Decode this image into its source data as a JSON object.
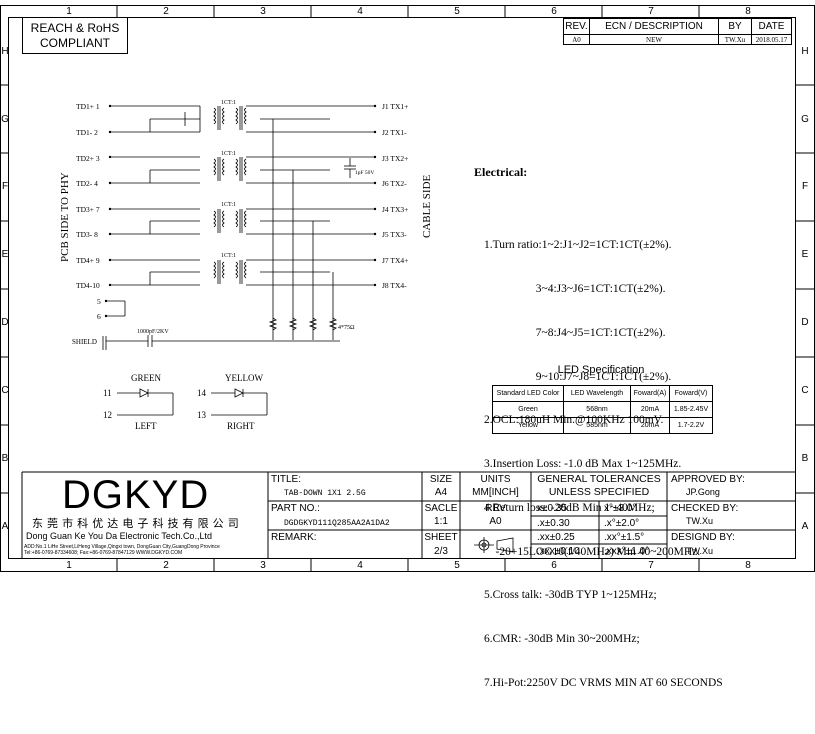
{
  "zones": {
    "columns": [
      "1",
      "2",
      "3",
      "4",
      "5",
      "6",
      "7",
      "8"
    ],
    "rows": [
      "H",
      "G",
      "F",
      "E",
      "D",
      "C",
      "B",
      "A"
    ]
  },
  "compliance": {
    "line1": "REACH & RoHS",
    "line2": "COMPLIANT"
  },
  "revision": {
    "headers": [
      "REV.",
      "ECN / DESCRIPTION",
      "BY",
      "DATE"
    ],
    "row": [
      "A0",
      "NEW",
      "TW.Xu",
      "2018.05.17"
    ]
  },
  "schematic": {
    "left_pins": [
      "TD1+ 1",
      "TD1- 2",
      "TD2+ 3",
      "TD2- 4",
      "TD3+ 7",
      "TD3- 8",
      "TD4+ 9",
      "TD4-10",
      "5",
      "6"
    ],
    "right_pins": [
      "J1  TX1+",
      "J2  TX1-",
      "J3  TX2+",
      "J6  TX2-",
      "J4  TX3+",
      "J5  TX3-",
      "J7  TX4+",
      "J8  TX4-"
    ],
    "transformer_labels": [
      "1CT:1",
      "1CT:1",
      "1CT:1",
      "1CT:1"
    ],
    "cap_label": "1pF 50V",
    "resistor_label": "4*75Ω",
    "shield_cap_label": "1000pF/2KV",
    "shield_label": "SHIELD",
    "pcb_side": "PCB SIDE TO PHY",
    "cable_side": "CABLE SIDE"
  },
  "led_diagram": {
    "green_label": "GREEN",
    "yellow_label": "YELLOW",
    "green_pins": [
      "11",
      "12"
    ],
    "yellow_pins": [
      "14",
      "13"
    ],
    "left": "LEFT",
    "right": "RIGHT"
  },
  "electrical": {
    "title": "Electrical:",
    "lines": [
      "1.Turn ratio:1~2:J1~J2=1CT:1CT(±2%).",
      "                  3~4:J3~J6=1CT:1CT(±2%).",
      "                  7~8:J4~J5=1CT:1CT(±2%).",
      "                  9~10:J7~J8=1CT:1CT(±2%).",
      "2.OCL:180uH Min.@100KHz 100mV.",
      "3.Insertion Loss: -1.0 dB Max 1~125MHz.",
      "4.Return loss: -20dB Min 1~40MHz;",
      "    -20+15LOG10(f/40MHz) Min 40~200MHz.",
      "5.Cross talk: -30dB TYP 1~125MHz;",
      "6.CMR: -30dB Min 30~200MHz;",
      "7.Hi-Pot:2250V DC VRMS MIN AT 60 SECONDS"
    ]
  },
  "led_spec": {
    "title": "LED Specification",
    "headers": [
      "Standard LED Color",
      "LED Wavelength",
      "Foward(A)",
      "Foward(V)"
    ],
    "rows": [
      [
        "Green",
        "568nm",
        "20mA",
        "1.85-2.45V"
      ],
      [
        "Yellow",
        "585nm",
        "20mA",
        "1.7-2.2V"
      ]
    ]
  },
  "title_block": {
    "logo": "DGKYD",
    "company_cn": "东 莞 市 科 优 达 电 子 科 技 有 限 公 司",
    "company_en": "Dong Guan Ke You Da Electronic Tech.Co.,Ltd",
    "address": "ADD:No.1 LiHe Street,LiHeng Village,Qingxi town, DongGuan City,GuangDong Province",
    "contact": "Tel:+86-0769-87334608; Fax:+86-0769-87847129  WWW.DGKYD.COM",
    "title_label": "TITLE:",
    "title_value": "TAB-DOWN 1X1 2.5G",
    "part_label": "PART NO.:",
    "part_value": "DGDGKYD111Q285AA2A1DA2",
    "remark_label": "REMARK:",
    "size_label": "SIZE",
    "size_value": "A4",
    "scale_label": "SACLE",
    "scale_value": "1:1",
    "sheet_label": "SHEET",
    "sheet_value": "2/3",
    "units_label": "UNITS",
    "units_value": "MM[INCH]",
    "rev_label": "REV",
    "rev_value": "A0",
    "tol_line1": "GENERAL TOLERANCES",
    "tol_line2": "UNLESS SPECIFIED",
    "tolerances": [
      [
        "x±0.35",
        "x°±3.0°"
      ],
      [
        ".x±0.30",
        ".x°±2.0°"
      ],
      [
        ".xx±0.25",
        ".xx°±1.5°"
      ],
      [
        ".xxx±0.10",
        ".xxx°±1.0°"
      ]
    ],
    "approved_label": "APPROVED BY:",
    "approved_value": "JP.Gong",
    "checked_label": "CHECKED BY:",
    "checked_value": "TW.Xu",
    "design_label": "DESIGND BY:",
    "design_value": "TW.Xu"
  }
}
